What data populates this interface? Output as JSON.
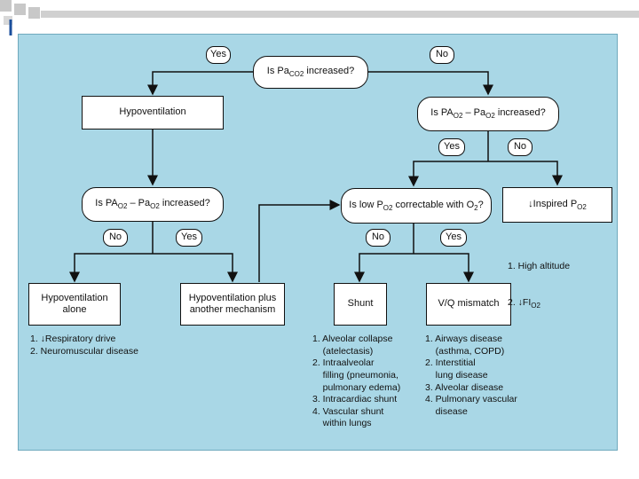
{
  "decor": {
    "squares_color": "#c8c8c8",
    "bar_color": "#d0d0d0",
    "line_color": "#1b4f9c"
  },
  "colors": {
    "panel": "#a9d7e6",
    "box": "#ffffff",
    "line": "#111111"
  },
  "nodes": {
    "q_paco2": {
      "pre": "Is Pa",
      "sub": "CO2",
      "post": " increased?"
    },
    "hypoventilation": "Hypoventilation",
    "q_grad_right": {
      "a": "Is PA",
      "a_sub": "O2",
      "mid": " – Pa",
      "b_sub": "O2",
      "post": " increased?"
    },
    "q_grad_left": {
      "a": "Is PA",
      "a_sub": "O2",
      "mid": " – Pa",
      "b_sub": "O2",
      "post": " increased?"
    },
    "q_correctable": {
      "pre": "Is low P",
      "sub": "O2",
      "mid": " correctable with O",
      "sub2": "2",
      "post": "?"
    },
    "inspired": {
      "arrow": "↓",
      "pre": "Inspired P",
      "sub": "O2"
    },
    "hypovent_alone": {
      "line1": "Hypoventilation",
      "line2": "alone"
    },
    "hypovent_plus": {
      "line1": "Hypoventilation plus",
      "line2": "another mechanism"
    },
    "shunt": "Shunt",
    "vq": "V/Q mismatch"
  },
  "labels": {
    "yes": "Yes",
    "no": "No"
  },
  "notes": {
    "inspired": {
      "l1": "1. High altitude",
      "l2a": "2. ↓FI",
      "l2sub": "O2"
    },
    "hypovent": "1. ↓Respiratory drive\n2. Neuromuscular disease",
    "shunt": "1. Alveolar collapse\n    (atelectasis)\n2. Intraalveolar\n    filling (pneumonia,\n    pulmonary edema)\n3. Intracardiac shunt\n4. Vascular shunt\n    within lungs",
    "vq": "1. Airways disease\n    (asthma, COPD)\n2. Interstitial\n    lung disease\n3. Alveolar disease\n4. Pulmonary vascular\n    disease"
  }
}
